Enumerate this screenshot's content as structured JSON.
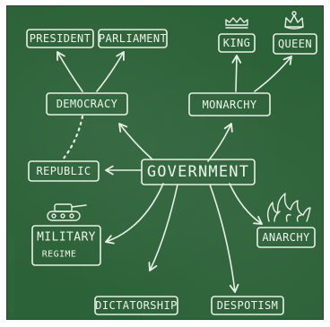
{
  "diagram": {
    "center": "GOVERNMENT",
    "nodes": {
      "democracy": "DEMOCRACY",
      "monarchy": "MONARCHY",
      "president": "PRESIDENT",
      "parliament": "PARLIAMENT",
      "king": "KING",
      "queen": "QUEEN",
      "republic": "REPUBLIC",
      "military_line1": "MILITARY",
      "military_line2": "REGIME",
      "anarchy": "ANARCHY",
      "dictatorship": "DICTATORSHIP",
      "despotism": "DESPOTISM"
    },
    "edges": [
      [
        "GOVERNMENT",
        "DEMOCRACY"
      ],
      [
        "GOVERNMENT",
        "MONARCHY"
      ],
      [
        "GOVERNMENT",
        "REPUBLIC"
      ],
      [
        "GOVERNMENT",
        "MILITARY REGIME"
      ],
      [
        "GOVERNMENT",
        "ANARCHY"
      ],
      [
        "GOVERNMENT",
        "DICTATORSHIP"
      ],
      [
        "GOVERNMENT",
        "DESPOTISM"
      ],
      [
        "DEMOCRACY",
        "PRESIDENT"
      ],
      [
        "DEMOCRACY",
        "PARLIAMENT"
      ],
      [
        "MONARCHY",
        "KING"
      ],
      [
        "MONARCHY",
        "QUEEN"
      ],
      [
        "DEMOCRACY",
        "REPUBLIC",
        "dotted"
      ]
    ],
    "icons": [
      "crown-icon",
      "crown-icon",
      "tank-icon",
      "fire-icon"
    ],
    "colors": {
      "board": "#2c6238",
      "chalk": "#e8f0e6"
    }
  }
}
